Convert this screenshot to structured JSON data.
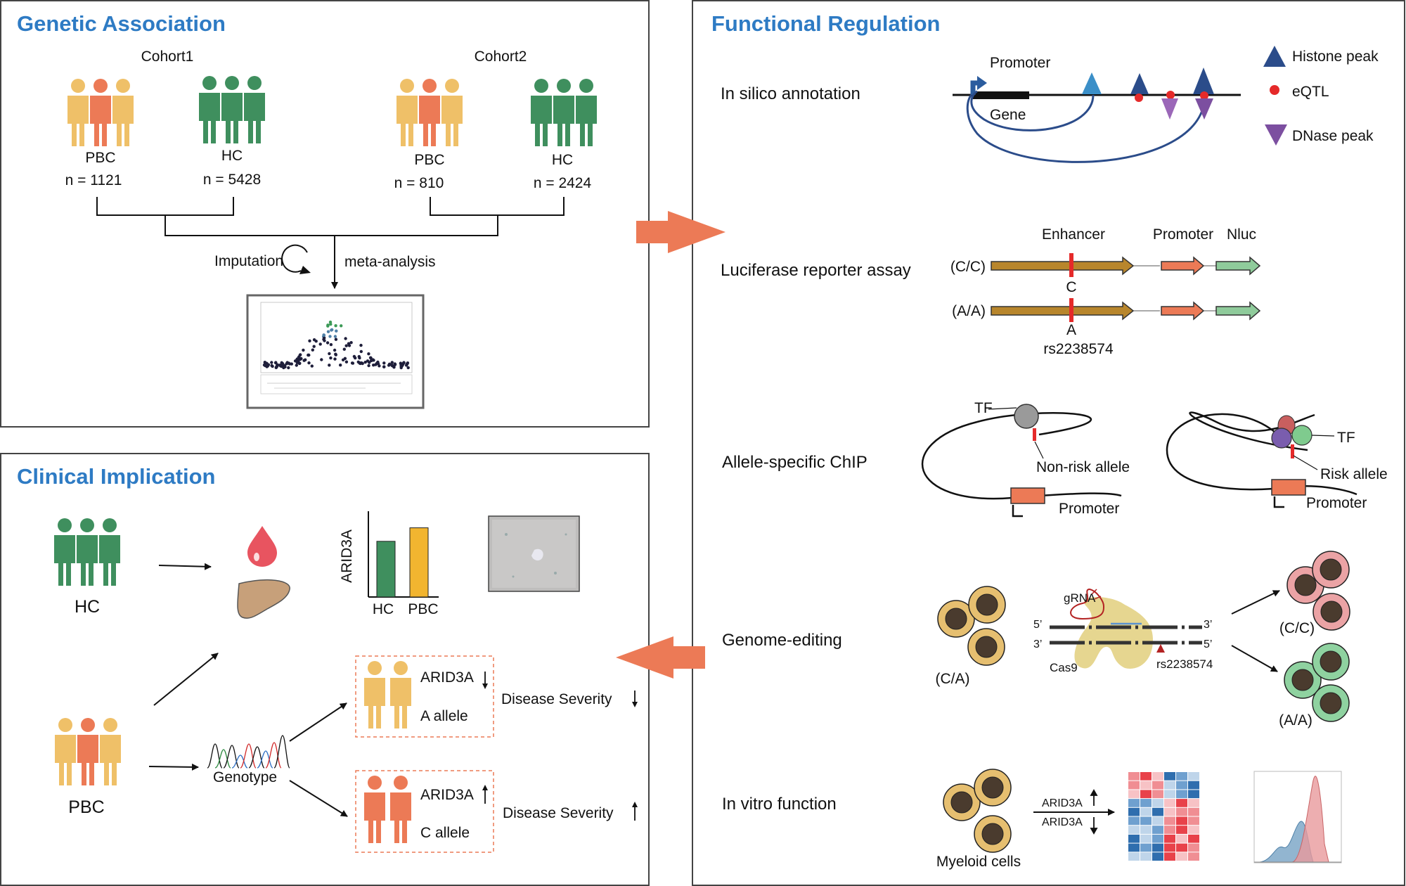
{
  "panels": {
    "genetic": {
      "title": "Genetic Association",
      "cohort1": {
        "label": "Cohort1",
        "pbc_label": "PBC",
        "pbc_n": "n = 1121",
        "hc_label": "HC",
        "hc_n": "n = 5428"
      },
      "cohort2": {
        "label": "Cohort2",
        "pbc_label": "PBC",
        "pbc_n": "n = 810",
        "hc_label": "HC",
        "hc_n": "n = 2424"
      },
      "imputation": "Imputation",
      "meta": "meta-analysis"
    },
    "functional": {
      "title": "Functional Regulation",
      "rows": {
        "insilico": "In silico annotation",
        "luciferase": "Luciferase reporter assay",
        "chip": "Allele-specific ChIP",
        "editing": "Genome-editing",
        "invitro": "In vitro function"
      },
      "insilico": {
        "promoter": "Promoter",
        "gene": "Gene",
        "legend": [
          "Histone peak",
          "eQTL",
          "DNase peak"
        ]
      },
      "luciferase": {
        "enhancer": "Enhancer",
        "promoter": "Promoter",
        "nluc": "Nluc",
        "cc": "(C/C)",
        "aa": "(A/A)",
        "c": "C",
        "a": "A",
        "snp": "rs2238574"
      },
      "chip": {
        "tf": "TF",
        "nonrisk": "Non-risk allele",
        "risk": "Risk allele",
        "promoter": "Promoter"
      },
      "editing": {
        "grna": "gRNA",
        "five": "5’",
        "three": "3’",
        "cas9": "Cas9",
        "snp": "rs2238574",
        "ca": "(C/A)",
        "cc": "(C/C)",
        "aa": "(A/A)"
      },
      "invitro": {
        "cells": "Myeloid cells",
        "gene1": "ARID3A",
        "gene2": "ARID3A"
      }
    },
    "clinical": {
      "title": "Clinical Implication",
      "hc": "HC",
      "pbc": "PBC",
      "genotype": "Genotype",
      "barchart": {
        "ylabel": "ARID3A",
        "categories": [
          "HC",
          "PBC"
        ],
        "values": [
          0.66,
          0.82
        ]
      },
      "low": {
        "gene": "ARID3A",
        "allele": "A allele",
        "severity": "Disease Severity"
      },
      "high": {
        "gene": "ARID3A",
        "allele": "C allele",
        "severity": "Disease Severity"
      }
    }
  },
  "colors": {
    "title_blue": "#2E7BC4",
    "hc_green": "#3F8F5E",
    "pbc_yellow": "#EFC068",
    "pbc_orange": "#EC7A56",
    "arrow_orange": "#EC7A56",
    "bar_hc": "#3F8F5E",
    "bar_pbc": "#F2B530",
    "histone": "#2B4C8A",
    "eqtl": "#E52A2A",
    "dnase": "#7C4FA0"
  }
}
